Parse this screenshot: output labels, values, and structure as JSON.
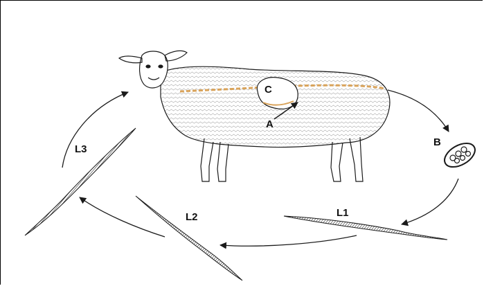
{
  "labels": {
    "A": "A",
    "B": "B",
    "C": "C",
    "L1": "L1",
    "L2": "L2",
    "L3": "L3"
  },
  "colors": {
    "ink": "#1a1a1a",
    "migration_path": "#d9a35a",
    "background": "#ffffff"
  }
}
